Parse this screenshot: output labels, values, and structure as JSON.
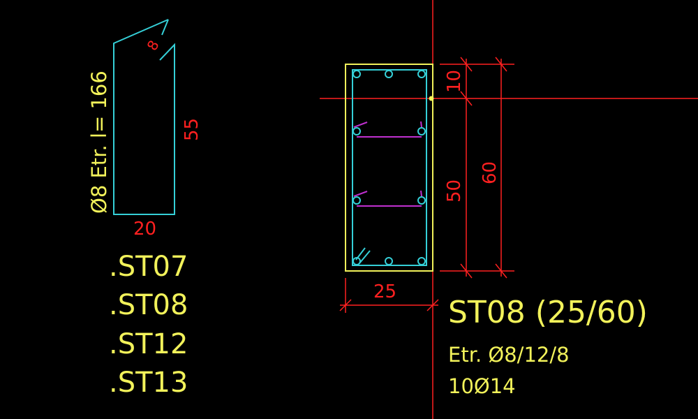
{
  "colors": {
    "background": "#000000",
    "red": "#ff2020",
    "yellow": "#f2f25a",
    "cyan": "#35d0d8",
    "magenta": "#c030d0"
  },
  "stirrup_detail": {
    "label": "Ø8  Etr. l= 166",
    "dim_height": "55",
    "dim_width": "20",
    "dim_hook": "8"
  },
  "section_list": [
    ".ST07",
    ".ST08",
    ".ST12",
    ".ST13"
  ],
  "section": {
    "title": "ST08 (25/60)",
    "stirrups": "Etr. Ø8/12/8",
    "bars": "10Ø14",
    "dim_width": "25",
    "dim_cover": "10",
    "dim_inner": "50",
    "dim_total": "60"
  }
}
